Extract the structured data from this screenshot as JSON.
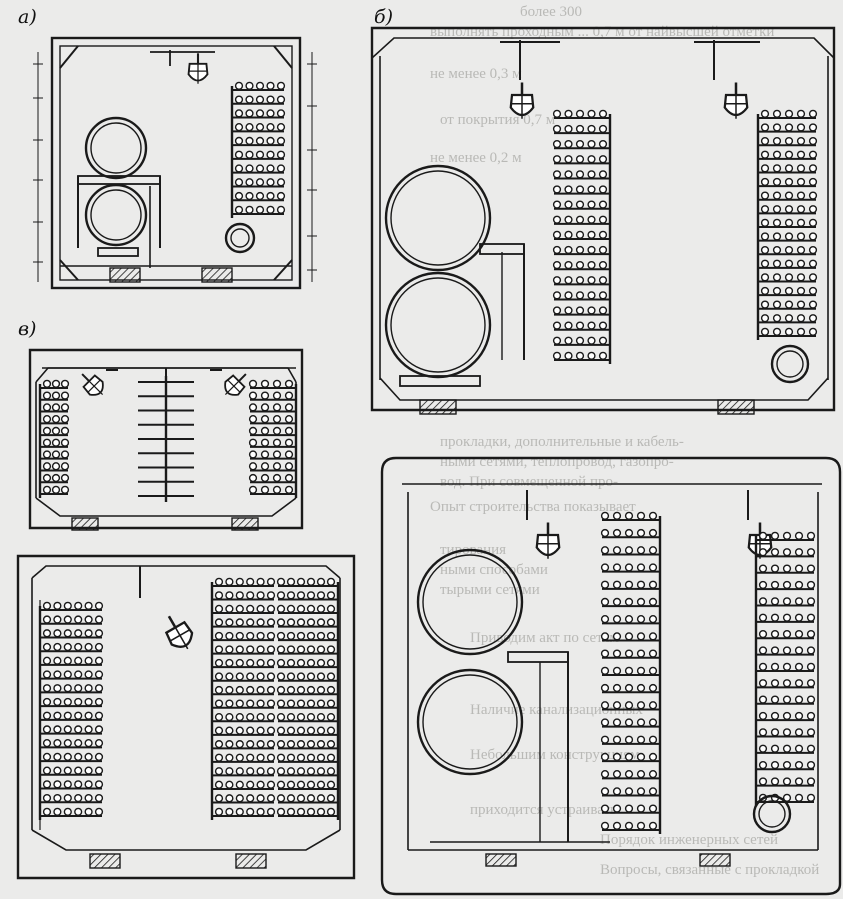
{
  "labels": {
    "a": "а)",
    "b": "б)",
    "v": "в)"
  },
  "background_text": [
    "более 300",
    "выполнять проходным ... 0,7 м от найвысшей отметки",
    "не менее 0,3 м",
    "от покрытия 0,7 м",
    "не менее 0,2 м",
    "прокладки, дополнительные и кабель-",
    "ными сетями, теплопровод, газопро-",
    "вод. При совмещенной про-",
    "Опыт строительства показывает",
    "тирования",
    "ными способами",
    "тырыми сетями",
    "Приводим акт по сетям",
    "Наличие канализационных",
    "Небольшим конструкциям",
    "приходится устраивать",
    "Порядок инженерных сетей",
    "Вопросы, связанные с прокладкой"
  ],
  "colors": {
    "ink": "#1a1a1a",
    "hatch": "#2a2a2a",
    "paper": "#ebebea",
    "ghost_text": "#b9b9b6"
  },
  "icons": [
    "lamp-icon",
    "cable-bracket-icon",
    "pipe-icon",
    "support-block-icon"
  ]
}
